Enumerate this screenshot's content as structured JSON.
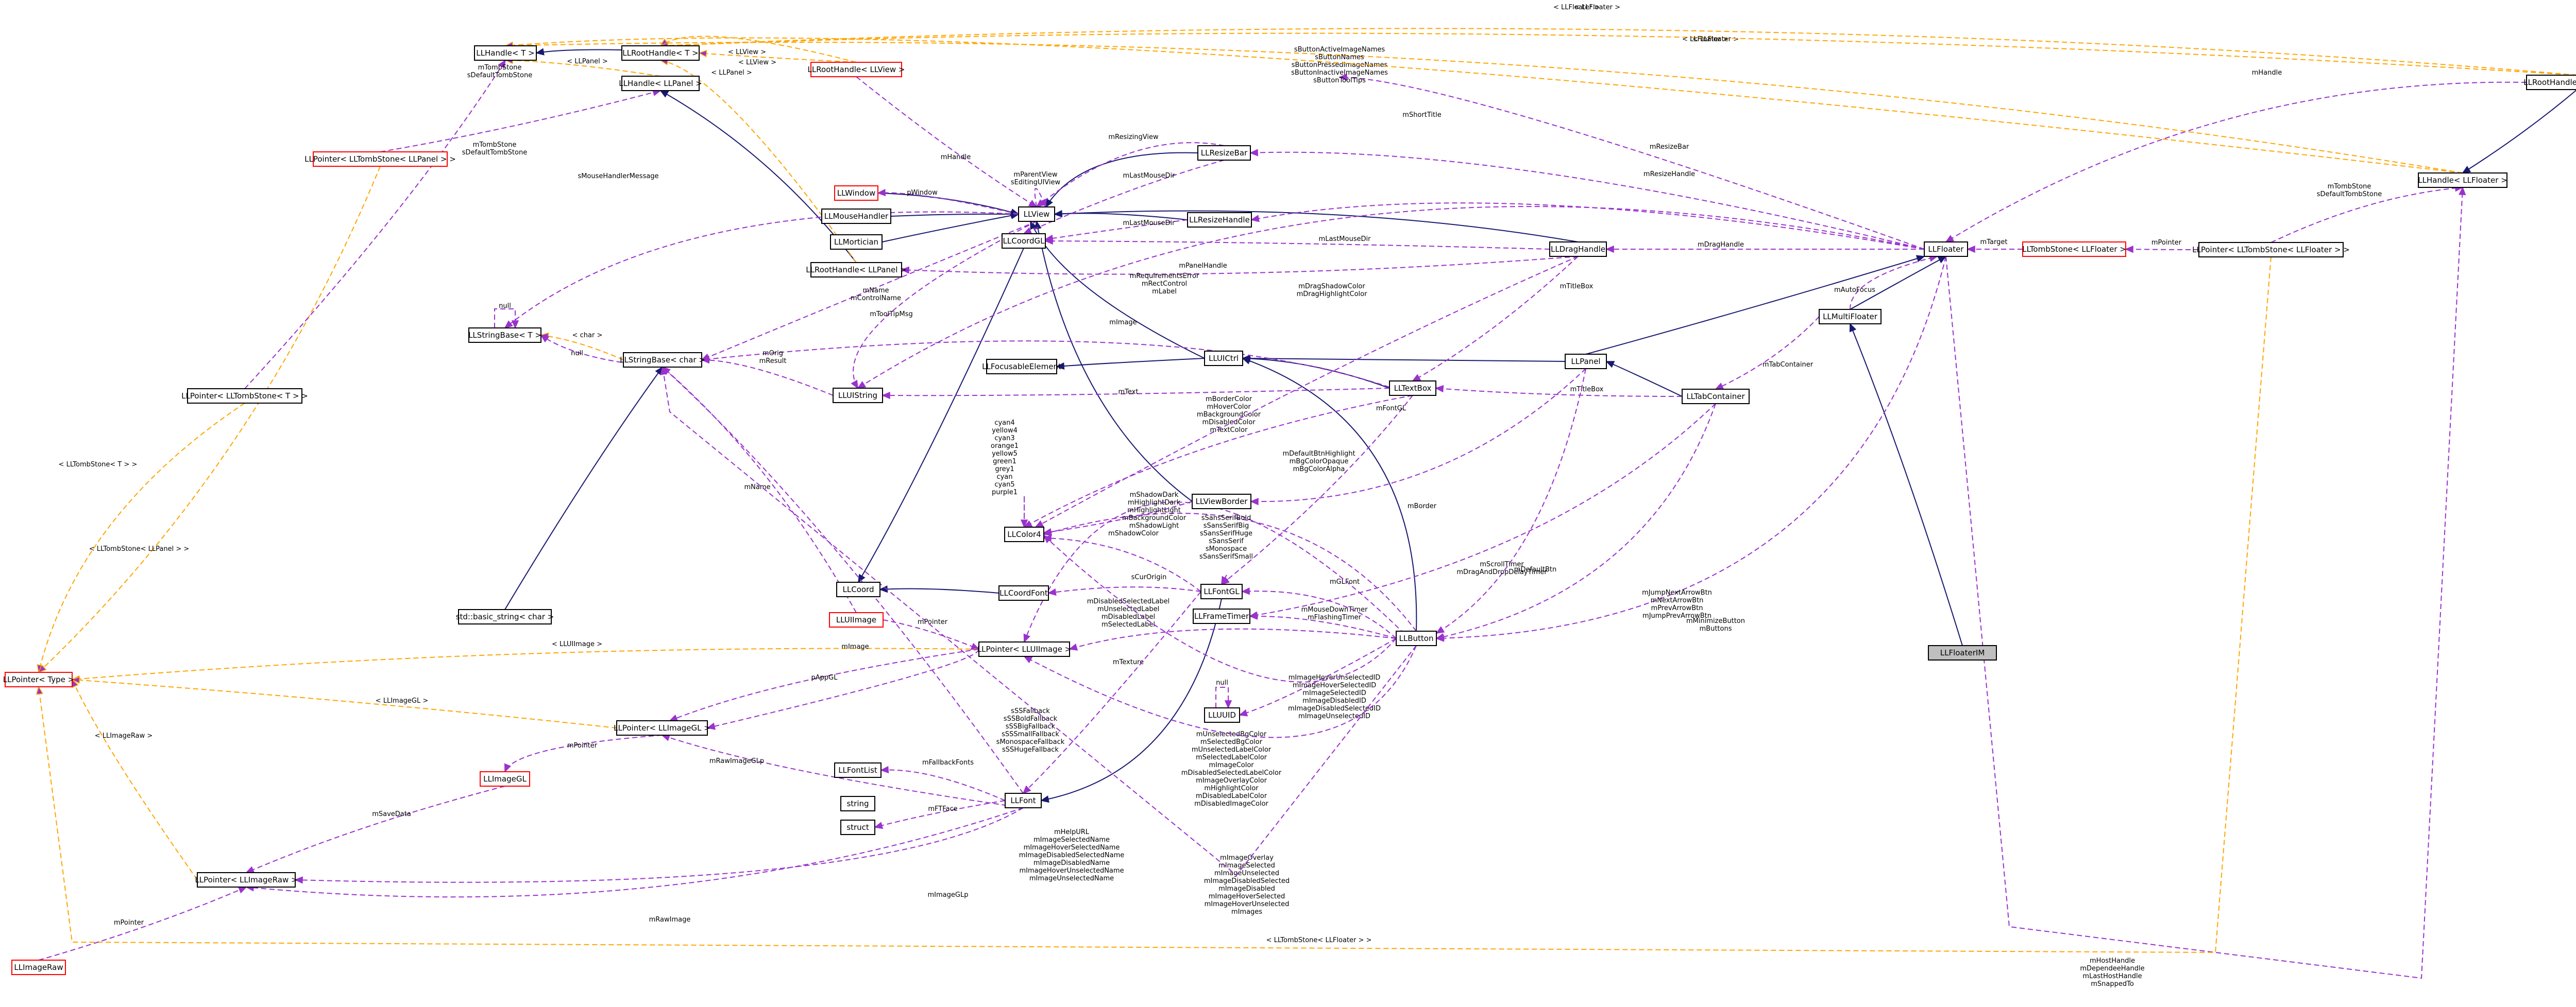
{
  "colors": {
    "assoc": "#9a32cd",
    "tmpl": "#ffa500",
    "inherit": "#191970",
    "border": "#000000",
    "red": "#ff0000",
    "focus_fill": "#bfbfbf"
  },
  "nodes": [
    {
      "id": "LLFloaterNotificationConsole",
      "label": "LLFloaterIM",
      "focus": true
    },
    {
      "id": "LLMultiFloater",
      "label": "LLMultiFloater"
    },
    {
      "id": "LLFloater",
      "label": "LLFloater"
    },
    {
      "id": "LLPanel",
      "label": "LLPanel"
    },
    {
      "id": "LLTabContainer",
      "label": "LLTabContainer"
    },
    {
      "id": "LLView",
      "label": "LLView"
    },
    {
      "id": "LLUICtrl",
      "label": "LLUICtrl"
    },
    {
      "id": "LLTextBox",
      "label": "LLTextBox"
    },
    {
      "id": "LLDragHandle",
      "label": "LLDragHandle"
    },
    {
      "id": "LLResizeBar",
      "label": "LLResizeBar"
    },
    {
      "id": "LLResizeHandle",
      "label": "LLResizeHandle"
    },
    {
      "id": "LLButton",
      "label": "LLButton"
    },
    {
      "id": "LLViewBorder",
      "label": "LLViewBorder"
    },
    {
      "id": "LLFontGL",
      "label": "LLFontGL"
    },
    {
      "id": "LLFrameTimer",
      "label": "LLFrameTimer"
    },
    {
      "id": "LLUUID",
      "label": "LLUUID"
    },
    {
      "id": "LLFont",
      "label": "LLFont"
    },
    {
      "id": "LLFontList",
      "label": "LLFontList"
    },
    {
      "id": "string",
      "label": "string"
    },
    {
      "id": "struct",
      "label": "struct"
    },
    {
      "id": "LLColor4",
      "label": "LLColor4"
    },
    {
      "id": "LLCoordGL",
      "label": "LLCoordGL"
    },
    {
      "id": "LLCoord",
      "label": "LLCoord"
    },
    {
      "id": "LLCoordFont",
      "label": "LLCoordFont"
    },
    {
      "id": "LLFocusableElement",
      "label": "LLFocusableElement"
    },
    {
      "id": "LLUIString",
      "label": "LLUIString"
    },
    {
      "id": "LLStringBaseChar",
      "label": "LLStringBase< char >"
    },
    {
      "id": "LLStringBaseT",
      "label": "LLStringBase< T >"
    },
    {
      "id": "std_basic_string",
      "label": "std::basic_string< char >"
    },
    {
      "id": "LLWindow",
      "label": "LLWindow"
    },
    {
      "id": "LLMouseHandler",
      "label": "LLMouseHandler"
    },
    {
      "id": "LLMortician",
      "label": "LLMortician"
    },
    {
      "id": "LLRootHandleLLPanel",
      "label": "LLRootHandle< LLPanel >"
    },
    {
      "id": "LLRootHandleLLView",
      "label": "LLRootHandle< LLView >"
    },
    {
      "id": "LLRootHandleT",
      "label": "LLRootHandle< T >"
    },
    {
      "id": "LLHandleT",
      "label": "LLHandle< T >"
    },
    {
      "id": "LLHandleLLPanel",
      "label": "LLHandle< LLPanel >"
    },
    {
      "id": "LLPointerLLTombStoneLLPanel",
      "label": "LLPointer< LLTombStone< LLPanel > >"
    },
    {
      "id": "LLPointerLLTombStoneT",
      "label": "LLPointer< LLTombStone< T > >"
    },
    {
      "id": "LLPointerType",
      "label": "LLPointer< Type >"
    },
    {
      "id": "LLImageRaw",
      "label": "LLImageRaw"
    },
    {
      "id": "LLPointerLLImageRaw",
      "label": "LLPointer< LLImageRaw >"
    },
    {
      "id": "LLImageGL",
      "label": "LLImageGL"
    },
    {
      "id": "LLPointerLLImageGL",
      "label": "LLPointer< LLImageGL >"
    },
    {
      "id": "LLUIImage",
      "label": "LLUIImage"
    },
    {
      "id": "LLPointerLLUIImage",
      "label": "LLPointer< LLUIImage >"
    },
    {
      "id": "LLRootHandleLLFloater",
      "label": "LLRootHandle< LLFloater >"
    },
    {
      "id": "LLHandleLLFloater",
      "label": "LLHandle< LLFloater >"
    },
    {
      "id": "LLPointerLLTombStoneLLFloater",
      "label": "LLPointer< LLTombStone< LLFloater > >"
    },
    {
      "id": "LLTombStoneLLFloater",
      "label": "LLTombStone< LLFloater >"
    }
  ],
  "edge_labels": [
    {
      "id": "e1",
      "lines": [
        "mHandle"
      ]
    },
    {
      "id": "e2",
      "lines": [
        "< LLFloater >"
      ]
    },
    {
      "id": "e3",
      "lines": [
        "< LLFloater >"
      ]
    },
    {
      "id": "e4",
      "lines": [
        "mTombStone",
        "sDefaultTombStone"
      ]
    },
    {
      "id": "e5",
      "lines": [
        "mPointer"
      ]
    },
    {
      "id": "e6",
      "lines": [
        "mTarget"
      ]
    },
    {
      "id": "e7",
      "lines": [
        "mAutoFocus"
      ]
    },
    {
      "id": "e8",
      "lines": [
        "mTabContainer"
      ]
    },
    {
      "id": "e9",
      "lines": [
        "mMinimizeButton",
        "mButtons"
      ]
    },
    {
      "id": "e10",
      "lines": [
        "mHostHandle",
        "mDependeeHandle",
        "mLastHostHandle",
        "mSnappedTo"
      ]
    },
    {
      "id": "e11",
      "lines": [
        "< LLTombStone< LLFloater > >"
      ]
    },
    {
      "id": "e12",
      "lines": [
        "sButtonActiveImageNames",
        "sButtonNames",
        "sButtonPressedImageNames",
        "sButtonInactiveImageNames",
        "sButtonToolTips"
      ]
    },
    {
      "id": "e13",
      "lines": [
        "mShortTitle"
      ]
    },
    {
      "id": "e14",
      "lines": [
        "mResizeBar"
      ]
    },
    {
      "id": "e15",
      "lines": [
        "mResizeHandle"
      ]
    },
    {
      "id": "e16",
      "lines": [
        "mDragHandle"
      ]
    },
    {
      "id": "e17",
      "lines": [
        "mTitleBox"
      ]
    },
    {
      "id": "e18",
      "lines": [
        "mTitleBox"
      ]
    },
    {
      "id": "e19",
      "lines": [
        "mDefaultBtn"
      ]
    },
    {
      "id": "e20",
      "lines": [
        "mBorder"
      ]
    },
    {
      "id": "e21",
      "lines": [
        "mJumpNextArrowBtn",
        "mNextArrowBtn",
        "mPrevArrowBtn",
        "mJumpPrevArrowBtn"
      ]
    },
    {
      "id": "e22",
      "lines": [
        "mMouseDownTimer",
        "mFlashingTimer"
      ]
    },
    {
      "id": "e23",
      "lines": [
        "mScrollTimer",
        "mDragAndDropDelayTimer"
      ]
    },
    {
      "id": "e24",
      "lines": [
        "mGLFont"
      ]
    },
    {
      "id": "e25",
      "lines": [
        "mFontGL"
      ]
    },
    {
      "id": "e26",
      "lines": [
        "mDefaultBtnHighlight",
        "mBgColorOpaque",
        "mBgColorAlpha"
      ]
    },
    {
      "id": "e27",
      "lines": [
        "mBorderColor",
        "mHoverColor",
        "mBackgroundColor",
        "mDisabledColor",
        "mTextColor"
      ]
    },
    {
      "id": "e28",
      "lines": [
        "mText"
      ]
    },
    {
      "id": "e29",
      "lines": [
        "mDragShadowColor",
        "mDragHighlightColor"
      ]
    },
    {
      "id": "e30",
      "lines": [
        "mLastMouseDir"
      ]
    },
    {
      "id": "e31",
      "lines": [
        "mLastMouseDir"
      ]
    },
    {
      "id": "e32",
      "lines": [
        "mLastMouseDir"
      ]
    },
    {
      "id": "e33",
      "lines": [
        "mResizingView"
      ]
    },
    {
      "id": "e34",
      "lines": [
        "mParentView",
        "sEditingUIView"
      ]
    },
    {
      "id": "e35",
      "lines": [
        "mHandle"
      ]
    },
    {
      "id": "e36",
      "lines": [
        "mPanelHandle"
      ]
    },
    {
      "id": "e37",
      "lines": [
        "mRequirementsError",
        "mRectControl",
        "mLabel"
      ]
    },
    {
      "id": "e38",
      "lines": [
        "mName",
        "mControlName"
      ]
    },
    {
      "id": "e39",
      "lines": [
        "mToolTipMsg"
      ]
    },
    {
      "id": "e40",
      "lines": [
        "mImage"
      ]
    },
    {
      "id": "e41",
      "lines": [
        "pWindow"
      ]
    },
    {
      "id": "e42",
      "lines": [
        "sMouseHandlerMessage"
      ]
    },
    {
      "id": "e43",
      "lines": [
        "null"
      ]
    },
    {
      "id": "e44",
      "lines": [
        "< char >"
      ]
    },
    {
      "id": "e45",
      "lines": [
        "null"
      ]
    },
    {
      "id": "e46",
      "lines": [
        "mOrig",
        "mResult"
      ]
    },
    {
      "id": "e47",
      "lines": [
        "cyan4",
        "yellow4",
        "cyan3",
        "orange1",
        "yellow5",
        "green1",
        "grey1",
        "cyan",
        "cyan5",
        "purple1"
      ]
    },
    {
      "id": "e48",
      "lines": [
        "mShadowDark",
        "mHighlightDark",
        "mHighlightLight",
        "mBackgroundColor",
        "mShadowLight"
      ]
    },
    {
      "id": "e49",
      "lines": [
        "mShadowColor"
      ]
    },
    {
      "id": "e50",
      "lines": [
        "sSansSerifBold",
        "sSansSerifBig",
        "sSansSerifHuge",
        "sSansSerif",
        "sMonospace",
        "sSansSerifSmall"
      ]
    },
    {
      "id": "e51",
      "lines": [
        "sCurOrigin"
      ]
    },
    {
      "id": "e52",
      "lines": [
        "mDisabledSelectedLabel",
        "mUnselectedLabel",
        "mDisabledLabel",
        "mSelectedLabel"
      ]
    },
    {
      "id": "e53",
      "lines": [
        "mPointer"
      ]
    },
    {
      "id": "e54",
      "lines": [
        "mTexture"
      ]
    },
    {
      "id": "e55",
      "lines": [
        "mImageHoverUnselectedID",
        "mImageHoverSelectedID",
        "mImageSelectedID",
        "mImageDisabledID",
        "mImageDisabledSelectedID",
        "mImageUnselectedID"
      ]
    },
    {
      "id": "e56",
      "lines": [
        "null"
      ]
    },
    {
      "id": "e57",
      "lines": [
        "mUnselectedBgColor",
        "mSelectedBgColor",
        "mUnselectedLabelColor",
        "mSelectedLabelColor",
        "mImageColor",
        "mDisabledSelectedLabelColor",
        "mImageOverlayColor",
        "mHighlightColor",
        "mDisabledLabelColor",
        "mDisabledImageColor"
      ]
    },
    {
      "id": "e58",
      "lines": [
        "sSSFallback",
        "sSSBoldFallback",
        "sSSBigFallback",
        "sSSSmallFallback",
        "sMonospaceFallback",
        "sSSHugeFallback"
      ]
    },
    {
      "id": "e59",
      "lines": [
        "mFallbackFonts"
      ]
    },
    {
      "id": "e60",
      "lines": [
        "mFTFace"
      ]
    },
    {
      "id": "e61",
      "lines": [
        "mName"
      ]
    },
    {
      "id": "e62",
      "lines": [
        "mImageOverlay",
        "mImageSelected",
        "mImageUnselected",
        "mImageDisabledSelected",
        "mImageDisabled",
        "mImageHoverSelected",
        "mImageHoverUnselected",
        "mImages"
      ]
    },
    {
      "id": "e63",
      "lines": [
        "mHelpURL",
        "mImageSelectedName",
        "mImageHoverSelectedName",
        "mImageDisabledSelectedName",
        "mImageDisabledName",
        "mImageHoverUnselectedName",
        "mImageUnselectedName"
      ]
    },
    {
      "id": "e64",
      "lines": [
        "< LLUIImage >"
      ]
    },
    {
      "id": "e65",
      "lines": [
        "mImage"
      ]
    },
    {
      "id": "e66",
      "lines": [
        "< LLImageGL >"
      ]
    },
    {
      "id": "e67",
      "lines": [
        "pAppGL"
      ]
    },
    {
      "id": "e68",
      "lines": [
        "mPointer"
      ]
    },
    {
      "id": "e69",
      "lines": [
        "mRawImageGLp"
      ]
    },
    {
      "id": "e70",
      "lines": [
        "mSaveData"
      ]
    },
    {
      "id": "e71",
      "lines": [
        "< LLImageRaw >"
      ]
    },
    {
      "id": "e72",
      "lines": [
        "mImageGLp"
      ]
    },
    {
      "id": "e73",
      "lines": [
        "mRawImage"
      ]
    },
    {
      "id": "e74",
      "lines": [
        "mPointer"
      ]
    },
    {
      "id": "e75",
      "lines": [
        "< LLTombStone< T > >"
      ]
    },
    {
      "id": "e76",
      "lines": [
        "< LLTombStone< LLPanel > >"
      ]
    },
    {
      "id": "e77",
      "lines": [
        "mTombStone",
        "sDefaultTombStone"
      ]
    },
    {
      "id": "e78",
      "lines": [
        "mTombStone",
        "sDefaultTombStone"
      ]
    },
    {
      "id": "e79",
      "lines": [
        "< LLPanel >"
      ]
    },
    {
      "id": "e80",
      "lines": [
        "< LLPanel >"
      ]
    },
    {
      "id": "e81",
      "lines": [
        "< LLView >"
      ]
    },
    {
      "id": "e82",
      "lines": [
        "< LLView >"
      ]
    },
    {
      "id": "e83",
      "lines": [
        "< LLFloater >"
      ]
    },
    {
      "id": "e84",
      "lines": [
        "< LLFloater >"
      ]
    }
  ]
}
